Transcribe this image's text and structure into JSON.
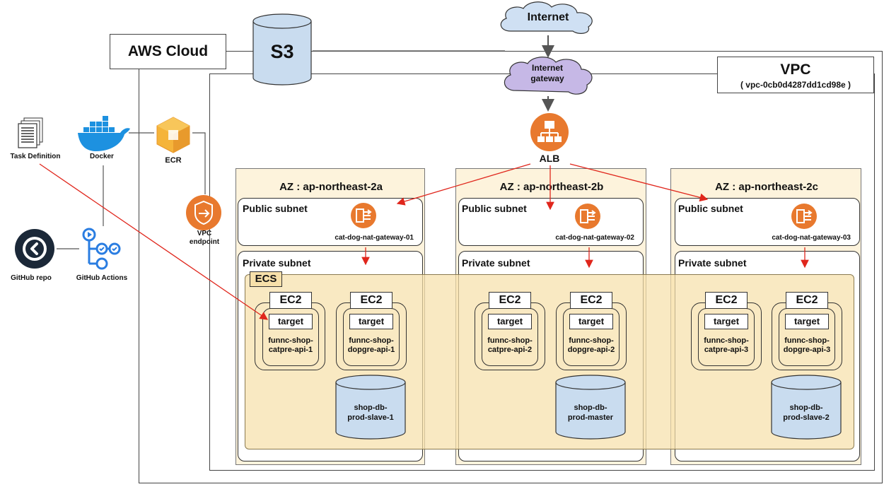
{
  "aws_cloud_label": "AWS Cloud",
  "s3_label": "S3",
  "internet_label": "Internet",
  "igw_label": "Internet gateway",
  "vpc": {
    "title": "VPC",
    "id": "( vpc-0cb0d4287dd1cd98e )"
  },
  "alb_label": "ALB",
  "ecr_label": "ECR",
  "vpc_endpoint_label": "VPC endpoint",
  "left_tools": {
    "task_definition": "Task Definition",
    "docker": "Docker",
    "github_repo": "GitHub repo",
    "github_actions": "GitHub Actions"
  },
  "ecs_label": "ECS",
  "azs": [
    {
      "name": "AZ : ap-northeast-2a",
      "public_subnet": "Public subnet",
      "nat_gateway": "cat-dog-nat-gateway-01",
      "private_subnet": "Private subnet",
      "tasks": [
        {
          "ec2": "EC2",
          "target": "target",
          "name": "funnc-shop-catpre-api-1"
        },
        {
          "ec2": "EC2",
          "target": "target",
          "name": "funnc-shop-dopgre-api-1"
        }
      ],
      "db": "shop-db-prod-slave-1"
    },
    {
      "name": "AZ : ap-northeast-2b",
      "public_subnet": "Public subnet",
      "nat_gateway": "cat-dog-nat-gateway-02",
      "private_subnet": "Private subnet",
      "tasks": [
        {
          "ec2": "EC2",
          "target": "target",
          "name": "funnc-shop-catpre-api-2"
        },
        {
          "ec2": "EC2",
          "target": "target",
          "name": "funnc-shop-dopgre-api-2"
        }
      ],
      "db": "shop-db-prod-master"
    },
    {
      "name": "AZ : ap-northeast-2c",
      "public_subnet": "Public subnet",
      "nat_gateway": "cat-dog-nat-gateway-03",
      "private_subnet": "Private subnet",
      "tasks": [
        {
          "ec2": "EC2",
          "target": "target",
          "name": "funnc-shop-catpre-api-3"
        },
        {
          "ec2": "EC2",
          "target": "target",
          "name": "funnc-shop-dopgre-api-3"
        }
      ],
      "db": "shop-db-prod-slave-2"
    }
  ],
  "colors": {
    "az_fill": "#fdf3dc",
    "ecs_fill": "#f7e0aa",
    "db_fill": "#c9dcef",
    "igw_fill": "#c6b8e6",
    "internet_fill": "#cfe0f3",
    "aws_orange": "#e8792e",
    "arrow_red": "#e0261c"
  }
}
